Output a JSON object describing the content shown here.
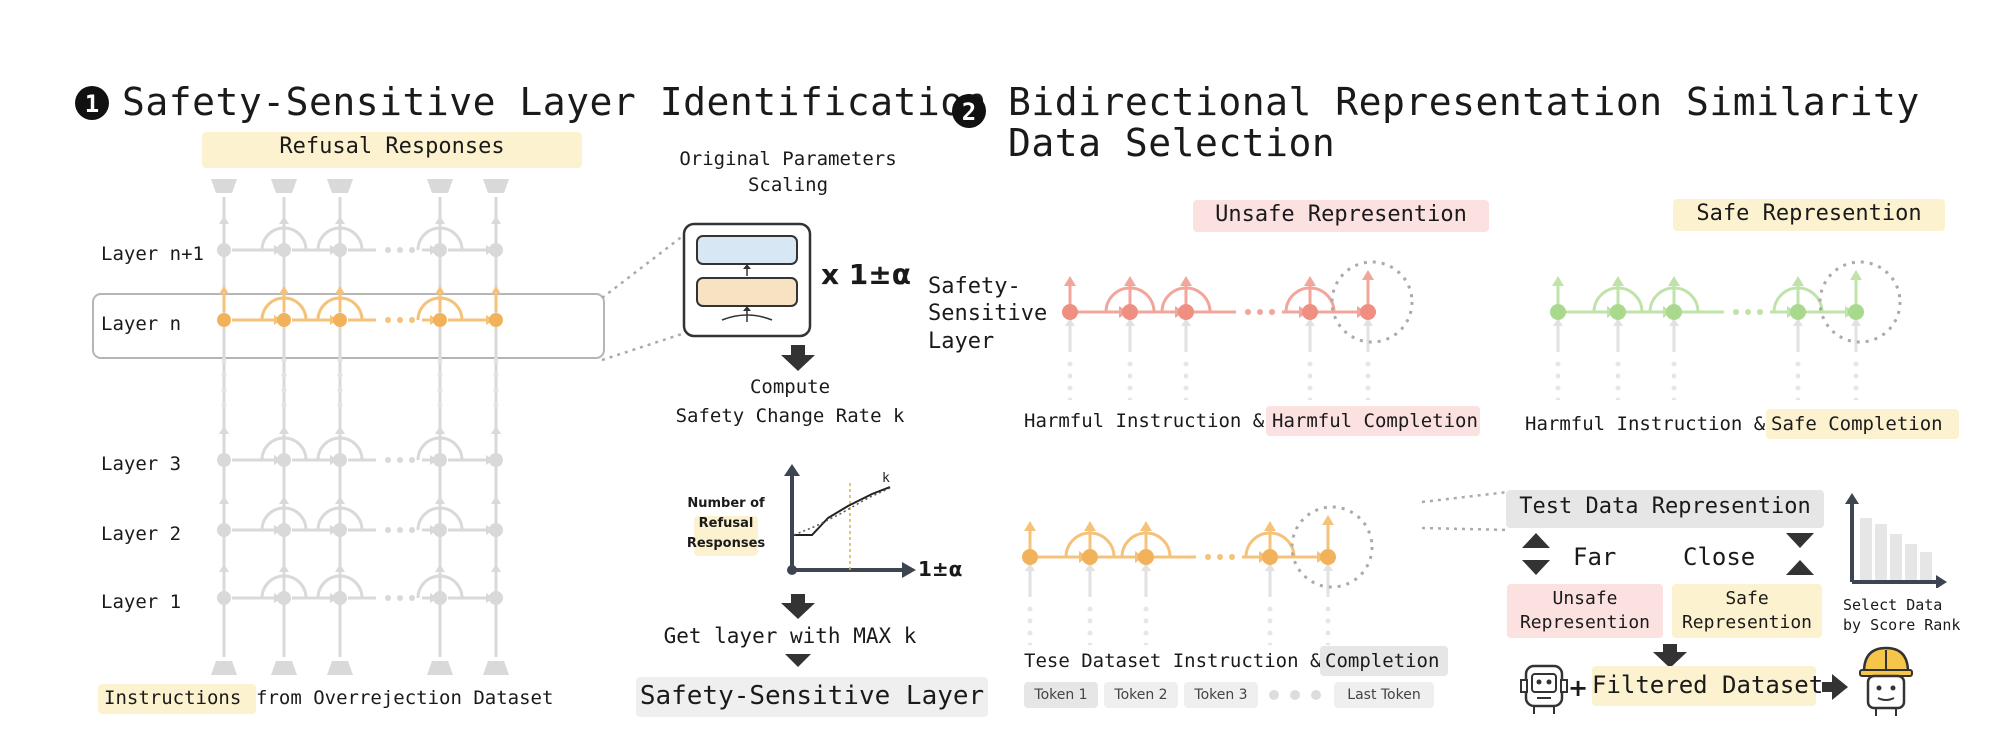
{
  "section1": {
    "number": "1",
    "title": "Safety-Sensitive Layer Identification",
    "refusal_label": "Refusal Responses",
    "layers": [
      "Layer n+1",
      "Layer n",
      "Layer 3",
      "Layer 2",
      "Layer 1"
    ],
    "bottom_highlight": "Instructions",
    "bottom_rest": " from Overrejection Dataset",
    "params_title_line1": "Original Parameters",
    "params_title_line2": "Scaling",
    "scale_factor": "x 1±α",
    "compute_line1": "Compute",
    "compute_line2": "Safety Change Rate k",
    "chart_ylabel_line1": "Number of",
    "chart_ylabel_line2": "Refusal",
    "chart_ylabel_line3": "Responses",
    "chart_xlabel": "1±α",
    "chart_k": "k",
    "get_layer": "Get layer with MAX k",
    "result": "Safety-Sensitive Layer"
  },
  "section2": {
    "number": "2",
    "title_line1": "Bidirectional Representation Similarity",
    "title_line2": "Data Selection",
    "unsafe_rep": "Unsafe Represention",
    "safe_rep": "Safe Represention",
    "sensitive_layer_line1": "Safety-",
    "sensitive_layer_line2": "Sensitive",
    "sensitive_layer_line3": "Layer",
    "harmful_prefix": "Harmful Instruction & ",
    "harmful_completion": "Harmful Completion",
    "safe_prefix": "Harmful Instruction & ",
    "safe_completion": "Safe Completion",
    "test_rep": "Test Data Represention",
    "far": "Far",
    "close": "Close",
    "unsafe_box_line1": "Unsafe",
    "unsafe_box_line2": "Represention",
    "safe_box_line1": "Safe",
    "safe_box_line2": "Represention",
    "select_line1": "Select Data",
    "select_line2": "by Score Rank",
    "test_prefix": "Tese Dataset Instruction & ",
    "test_completion": "Completion",
    "tokens": [
      "Token 1",
      "Token 2",
      "Token 3",
      "Last Token"
    ],
    "filtered": "Filtered Dataset",
    "plus": "+"
  },
  "colors": {
    "orange": "#f5c27a",
    "orange_dot": "#f2b25c",
    "pink": "#f2a59b",
    "pink_dot": "#ee8f82",
    "green": "#bfe3a8",
    "green_dot": "#a8d98c",
    "gray_net": "#d9d9d9",
    "dark": "#3d4650"
  }
}
